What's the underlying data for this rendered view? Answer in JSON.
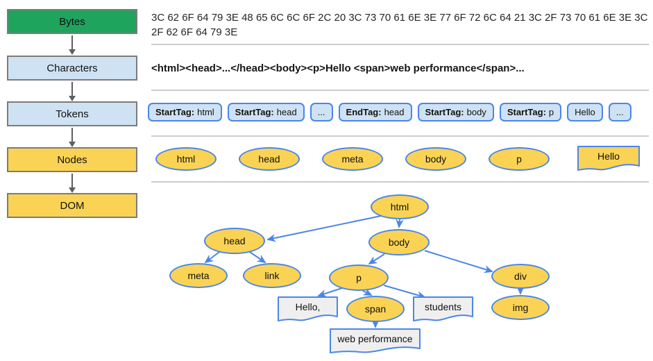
{
  "colors": {
    "stage_green": "#1fa45d",
    "stage_light_blue": "#cfe2f3",
    "stage_yellow": "#fad355",
    "stage_border_gray": "#7b7b7b",
    "diagram_blue": "#4a86e8",
    "node_yellow": "#fad355",
    "text_node_gray": "#efefef",
    "separator_gray": "#cccccc",
    "arrow_gray": "#5f5f5f"
  },
  "sidebar": {
    "stages": [
      {
        "label": "Bytes"
      },
      {
        "label": "Characters"
      },
      {
        "label": "Tokens"
      },
      {
        "label": "Nodes"
      },
      {
        "label": "DOM"
      }
    ]
  },
  "bytes_row": {
    "text": "3C 62 6F 64 79 3E 48 65 6C 6C 6F 2C 20 3C 73 70 61 6E 3E 77 6F 72 6C 64 21 3C 2F 73 70 61 6E 3E 3C 2F 62 6F 64 79 3E"
  },
  "characters_row": {
    "text": "<html><head>...</head><body><p>Hello <span>web performance</span>..."
  },
  "tokens_row": {
    "items": [
      {
        "prefix": "StartTag:",
        "value": "html"
      },
      {
        "prefix": "StartTag:",
        "value": "head"
      },
      {
        "value": "..."
      },
      {
        "prefix": "EndTag:",
        "value": "head"
      },
      {
        "prefix": "StartTag:",
        "value": "body"
      },
      {
        "prefix": "StartTag:",
        "value": "p"
      },
      {
        "value": "Hello"
      },
      {
        "value": "..."
      }
    ]
  },
  "nodes_row": {
    "ellipses": [
      "html",
      "head",
      "meta",
      "body",
      "p"
    ],
    "text_node": "Hello"
  },
  "dom_tree": {
    "nodes": {
      "html": {
        "label": "html",
        "type": "element"
      },
      "head": {
        "label": "head",
        "type": "element"
      },
      "body": {
        "label": "body",
        "type": "element"
      },
      "meta": {
        "label": "meta",
        "type": "element"
      },
      "link": {
        "label": "link",
        "type": "element"
      },
      "p": {
        "label": "p",
        "type": "element"
      },
      "div": {
        "label": "div",
        "type": "element"
      },
      "span": {
        "label": "span",
        "type": "element"
      },
      "img": {
        "label": "img",
        "type": "element"
      },
      "hello": {
        "label": "Hello,",
        "type": "text"
      },
      "students": {
        "label": "students",
        "type": "text"
      },
      "webperf": {
        "label": "web performance",
        "type": "text"
      }
    },
    "edges": [
      [
        "html",
        "head"
      ],
      [
        "html",
        "body"
      ],
      [
        "head",
        "meta"
      ],
      [
        "head",
        "link"
      ],
      [
        "body",
        "p"
      ],
      [
        "body",
        "div"
      ],
      [
        "p",
        "hello"
      ],
      [
        "p",
        "span"
      ],
      [
        "p",
        "students"
      ],
      [
        "span",
        "webperf"
      ],
      [
        "div",
        "img"
      ]
    ]
  }
}
